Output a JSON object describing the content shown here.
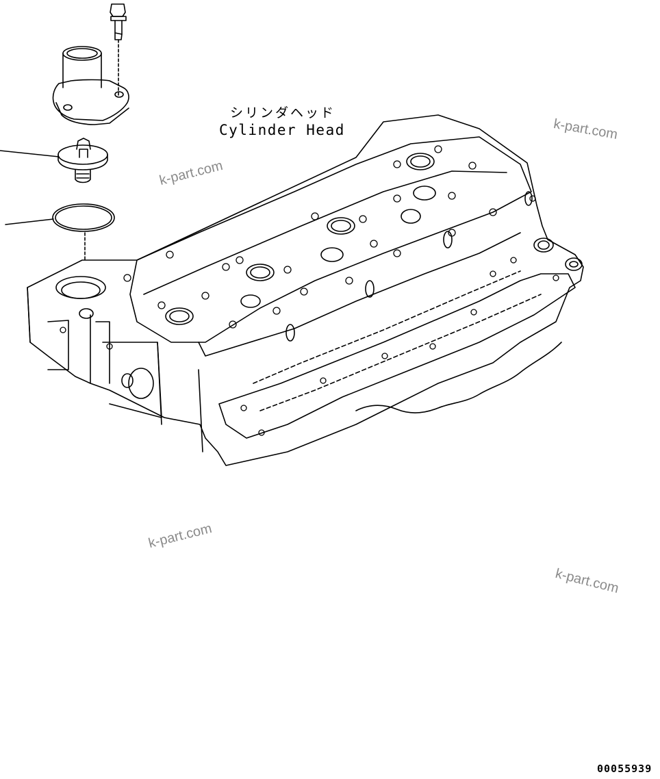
{
  "labels": {
    "part_name_jp": "シリンダヘッド",
    "part_name_en": "Cylinder Head"
  },
  "watermarks": [
    "k-part.com",
    "k-part.com",
    "k-part.com",
    "k-part.com"
  ],
  "figure_number": "00055939",
  "parts": [
    {
      "id": "bolt",
      "icon": "bolt-icon"
    },
    {
      "id": "thermostat-housing",
      "icon": "housing-icon"
    },
    {
      "id": "thermostat",
      "icon": "thermostat-icon"
    },
    {
      "id": "seal-ring",
      "icon": "ring-icon"
    },
    {
      "id": "cylinder-head",
      "icon": "cylinder-head-icon"
    }
  ]
}
